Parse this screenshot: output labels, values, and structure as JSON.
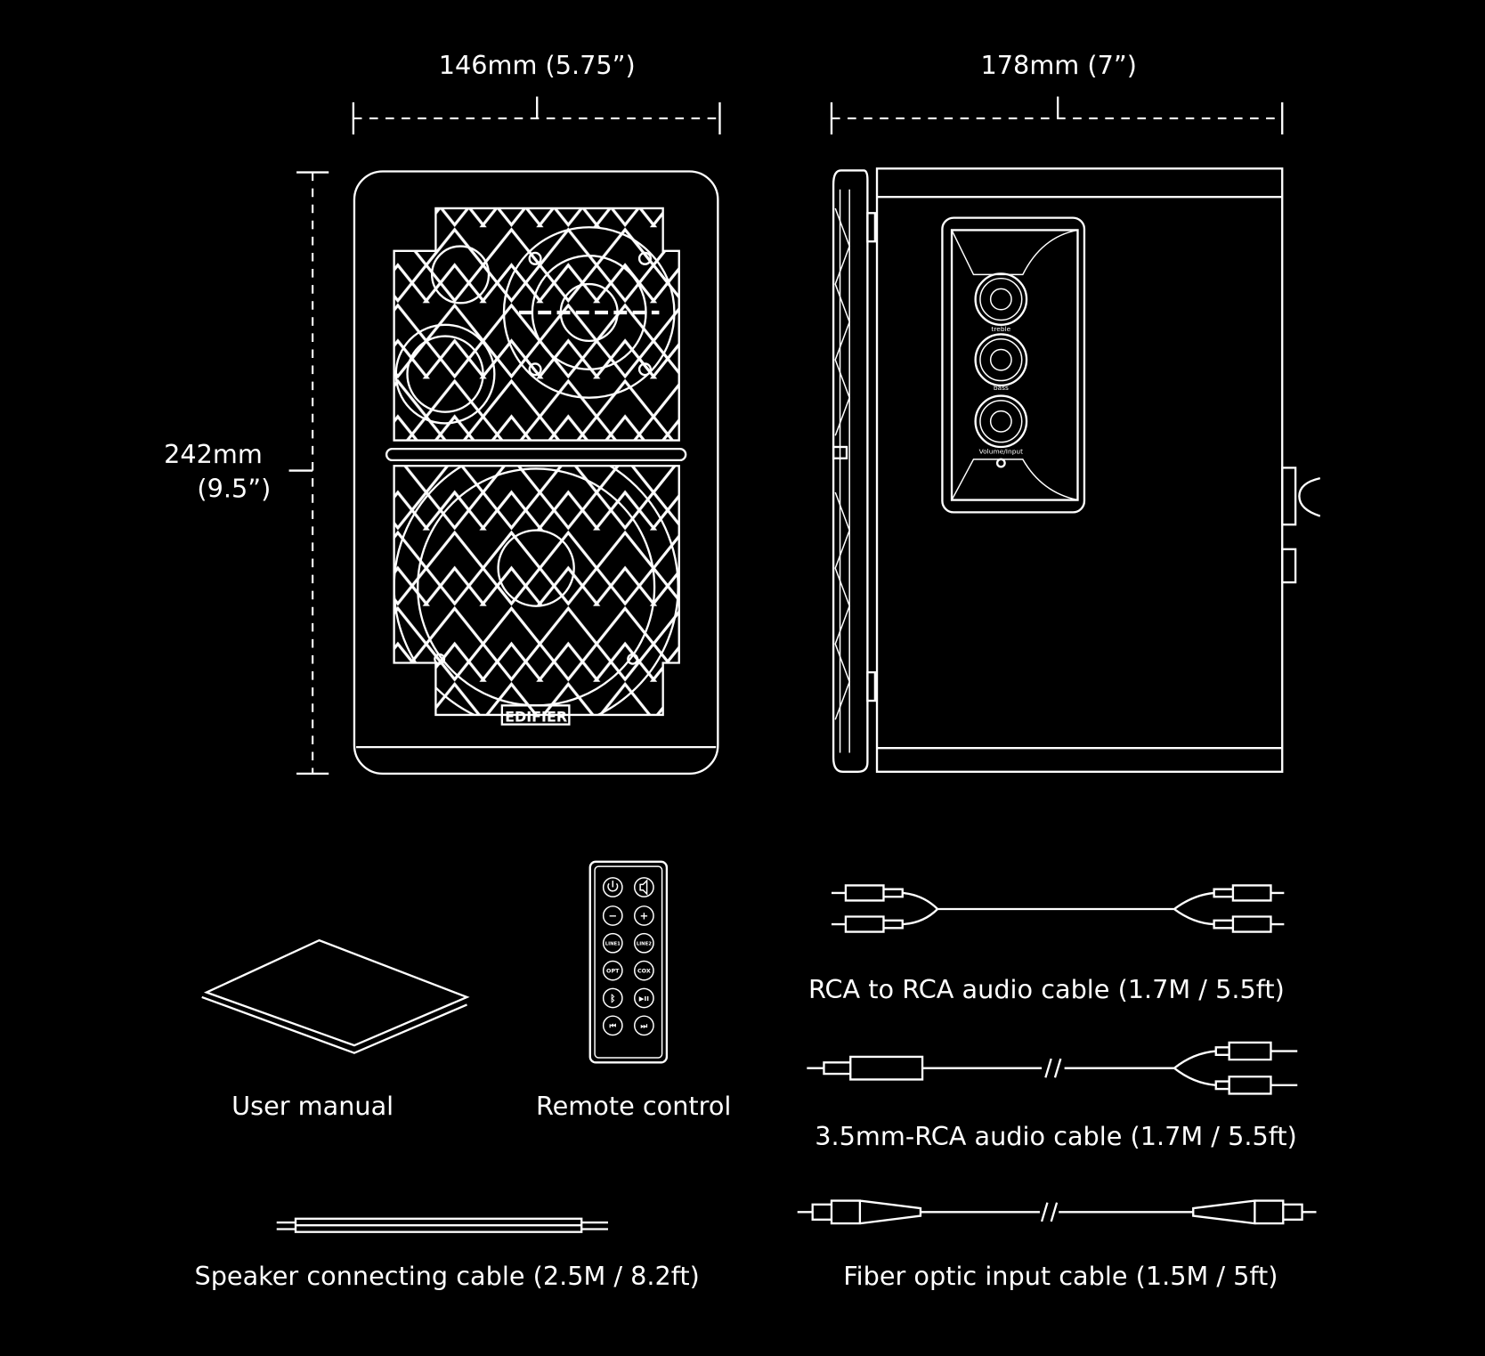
{
  "dimensions": {
    "width": "146mm (5.75”)",
    "depth": "178mm (7”)",
    "height_mm": "242mm",
    "height_in": "(9.5”)"
  },
  "front_view": {
    "logo": "EDIFIER"
  },
  "side_view": {
    "knob_labels": [
      "treble",
      "bass",
      "Volume/Input"
    ]
  },
  "remote": {
    "buttons": [
      "power",
      "mute",
      "−",
      "+",
      "LINE1",
      "LINE2",
      "OPT",
      "COX",
      "bluetooth",
      "▶II",
      "⏮",
      "⏭"
    ],
    "labels": {
      "minus": "−",
      "plus": "+",
      "line1": "LINE1",
      "line2": "LINE2",
      "opt": "OPT",
      "cox": "COX",
      "play": "▶II",
      "prev": "⏮",
      "next": "⏭",
      "bt": "ᛒ"
    }
  },
  "accessories": {
    "manual": "User manual",
    "remote": "Remote control",
    "rca_cable": "RCA to RCA audio cable  (1.7M / 5.5ft)",
    "aux_cable": "3.5mm-RCA audio cable (1.7M / 5.5ft)",
    "speaker_cable": "Speaker connecting cable (2.5M / 8.2ft)",
    "optical_cable": "Fiber optic input cable (1.5M / 5ft)"
  },
  "colors": {
    "background": "#000000",
    "line": "#ffffff"
  }
}
